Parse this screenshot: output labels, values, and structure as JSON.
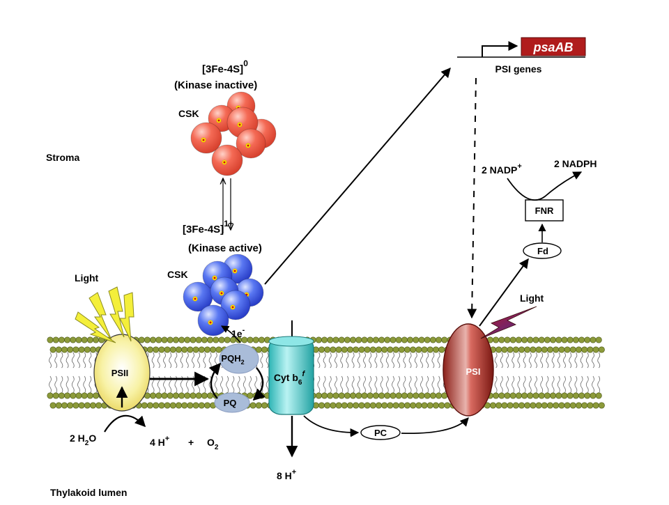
{
  "regions": {
    "stroma": "Stroma",
    "lumen": "Thylakoid lumen"
  },
  "csk_inactive": {
    "state": "[3Fe-4S]",
    "charge": "0",
    "activity": "(Kinase inactive)",
    "label": "CSK"
  },
  "csk_active": {
    "state": "[3Fe-4S]",
    "charge": "1+",
    "activity": "(Kinase active)",
    "label": "CSK"
  },
  "electron": {
    "label": "1e",
    "sup": "-"
  },
  "gene": {
    "name": "psaAB",
    "caption": "PSI genes"
  },
  "complexes": {
    "psii": "PSII",
    "psi": "PSI",
    "cyt": {
      "text": "Cyt b",
      "sub": "6",
      "sup": "f"
    },
    "pqh2": {
      "text": "PQH",
      "sub": "2"
    },
    "pq": "PQ",
    "pc": "PC",
    "fd": "Fd",
    "fnr": "FNR"
  },
  "light": {
    "left": "Light",
    "right": "Light"
  },
  "reactions": {
    "water": {
      "pre": "2 H",
      "sub": "2",
      "post": "O"
    },
    "protons4": {
      "text": "4 H",
      "sup": "+"
    },
    "plus": "+",
    "o2": {
      "text": "O",
      "sub": "2"
    },
    "protons8": {
      "text": "8 H",
      "sup": "+"
    },
    "nadp": {
      "text": "2 NADP",
      "sup": "+"
    },
    "nadph": "2 NADPH"
  },
  "colors": {
    "inactive_fill": "#f26552",
    "active_fill": "#4d6cf0",
    "psi_fill": "#a52a22",
    "psii_fill": "#f8f2a6",
    "cyt_fill": "#3cc8c8",
    "pq_fill": "#a9bcd9",
    "gene_box": "#b01c1c",
    "lightning_yellow": "#f4ef3a",
    "lightning_red": "#d0202a",
    "lipid_head": "#8c9a3a",
    "core_yellow": "#ffe300"
  }
}
